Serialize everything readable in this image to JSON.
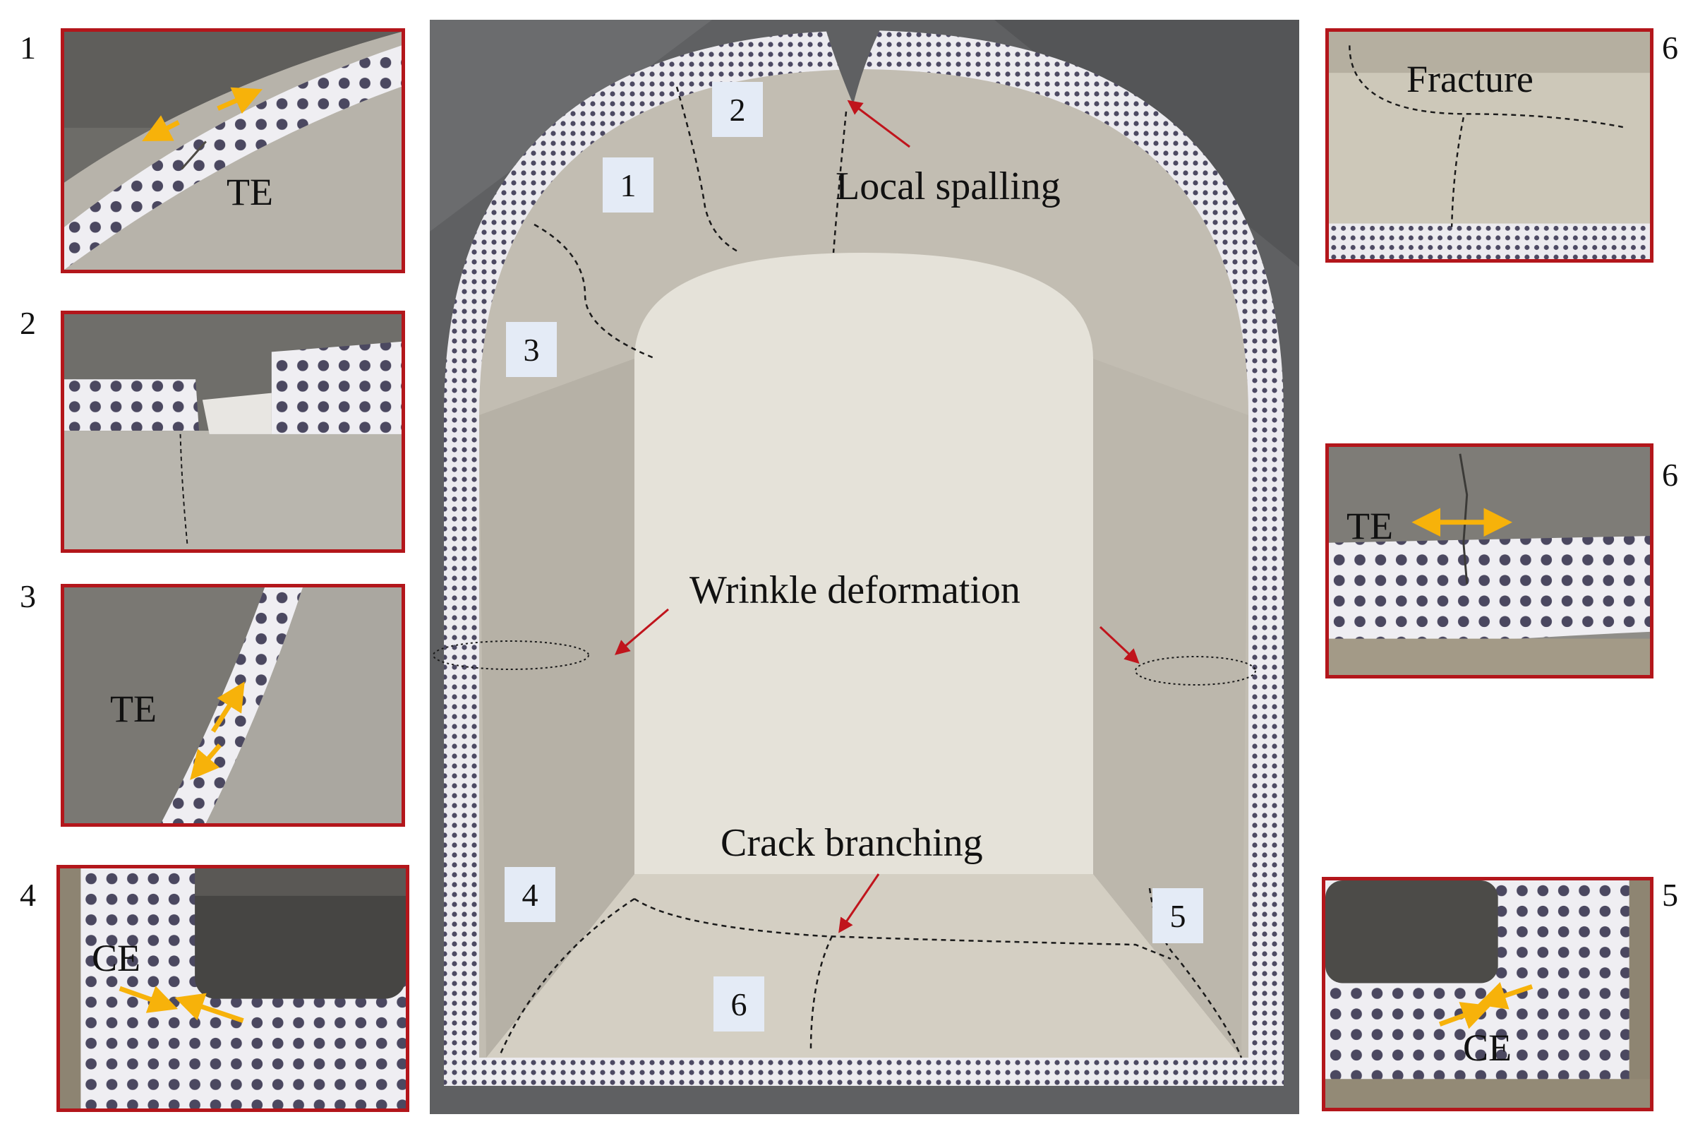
{
  "left_panels": [
    {
      "number": "1",
      "label": "TE"
    },
    {
      "number": "2"
    },
    {
      "number": "3",
      "label": "TE"
    },
    {
      "number": "4",
      "label": "CE"
    }
  ],
  "right_panels": [
    {
      "number": "6",
      "label": "Fracture"
    },
    {
      "number": "6",
      "label": "TE"
    },
    {
      "number": "5",
      "label": "CE"
    }
  ],
  "main": {
    "region_tags": [
      "1",
      "2",
      "3",
      "4",
      "5",
      "6"
    ],
    "annotations": {
      "local_spalling": "Local spalling",
      "wrinkle_deformation": "Wrinkle deformation",
      "crack_branching": "Crack branching"
    }
  },
  "colors": {
    "panel_border": "#b3161b",
    "arrow_yellow": "#f7b20a",
    "arrow_red": "#c0141c",
    "tag_fill": "#e4ebf6"
  }
}
